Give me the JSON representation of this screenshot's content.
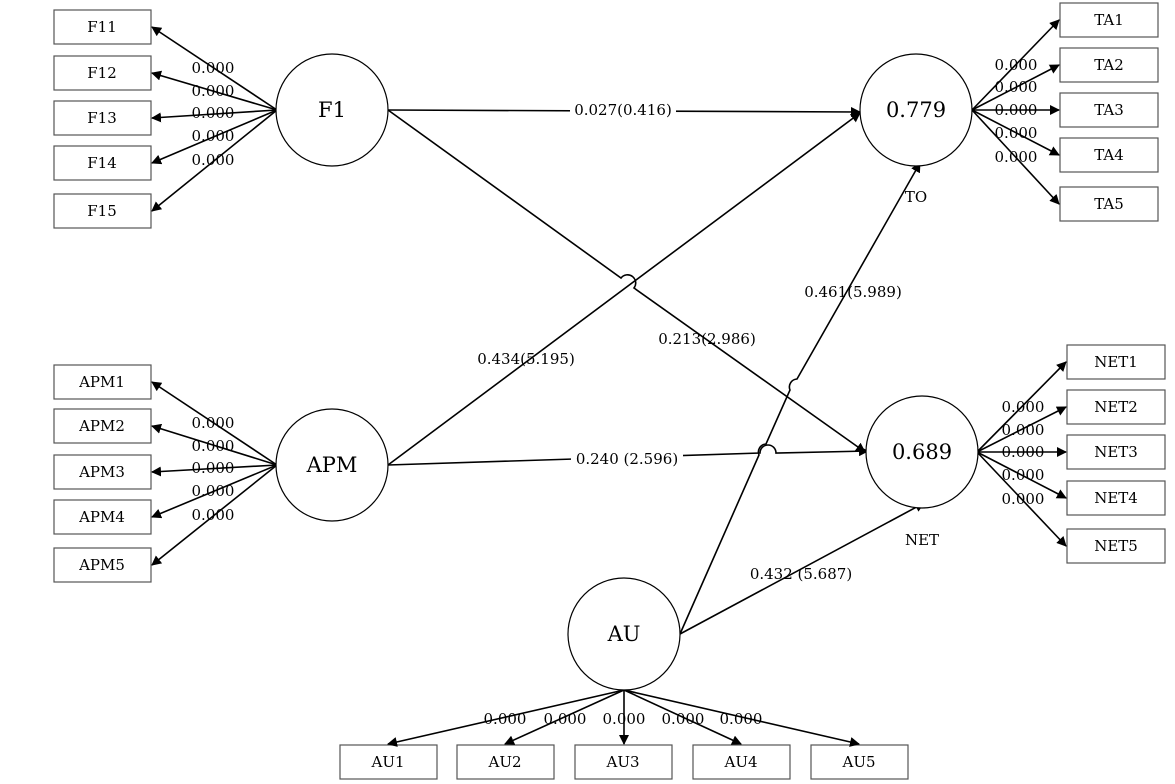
{
  "latents": {
    "F1": {
      "label": "F1"
    },
    "APM": {
      "label": "APM"
    },
    "AU": {
      "label": "AU"
    },
    "TO": {
      "label": "0.779",
      "sublabel": "TO"
    },
    "NET": {
      "label": "0.689",
      "sublabel": "NET"
    }
  },
  "indicators": {
    "F1": [
      "F11",
      "F12",
      "F13",
      "F14",
      "F15"
    ],
    "APM": [
      "APM1",
      "APM2",
      "APM3",
      "APM4",
      "APM5"
    ],
    "TO": [
      "TA1",
      "TA2",
      "TA3",
      "TA4",
      "TA5"
    ],
    "NET": [
      "NET1",
      "NET2",
      "NET3",
      "NET4",
      "NET5"
    ],
    "AU": [
      "AU1",
      "AU2",
      "AU3",
      "AU4",
      "AU5"
    ]
  },
  "loadings": {
    "F1": [
      "0.000",
      "0.000",
      "0.000",
      "0.000",
      "0.000"
    ],
    "APM": [
      "0.000",
      "0.000",
      "0.000",
      "0.000",
      "0.000"
    ],
    "TO": [
      "0.000",
      "0.000",
      "0.000",
      "0.000",
      "0.000"
    ],
    "NET": [
      "0.000",
      "0.000",
      "0.000",
      "0.000",
      "0.000"
    ],
    "AU": [
      "0.000",
      "0.000",
      "0.000",
      "0.000",
      "0.000"
    ]
  },
  "paths": {
    "F1_TO": "0.027(0.416)",
    "F1_NET": "0.213(2.986)",
    "APM_TO": "0.434(5.195)",
    "APM_NET": "0.240 (2.596)",
    "AU_TO": "0.461(5.989)",
    "AU_NET": "0.432 (5.687)"
  }
}
